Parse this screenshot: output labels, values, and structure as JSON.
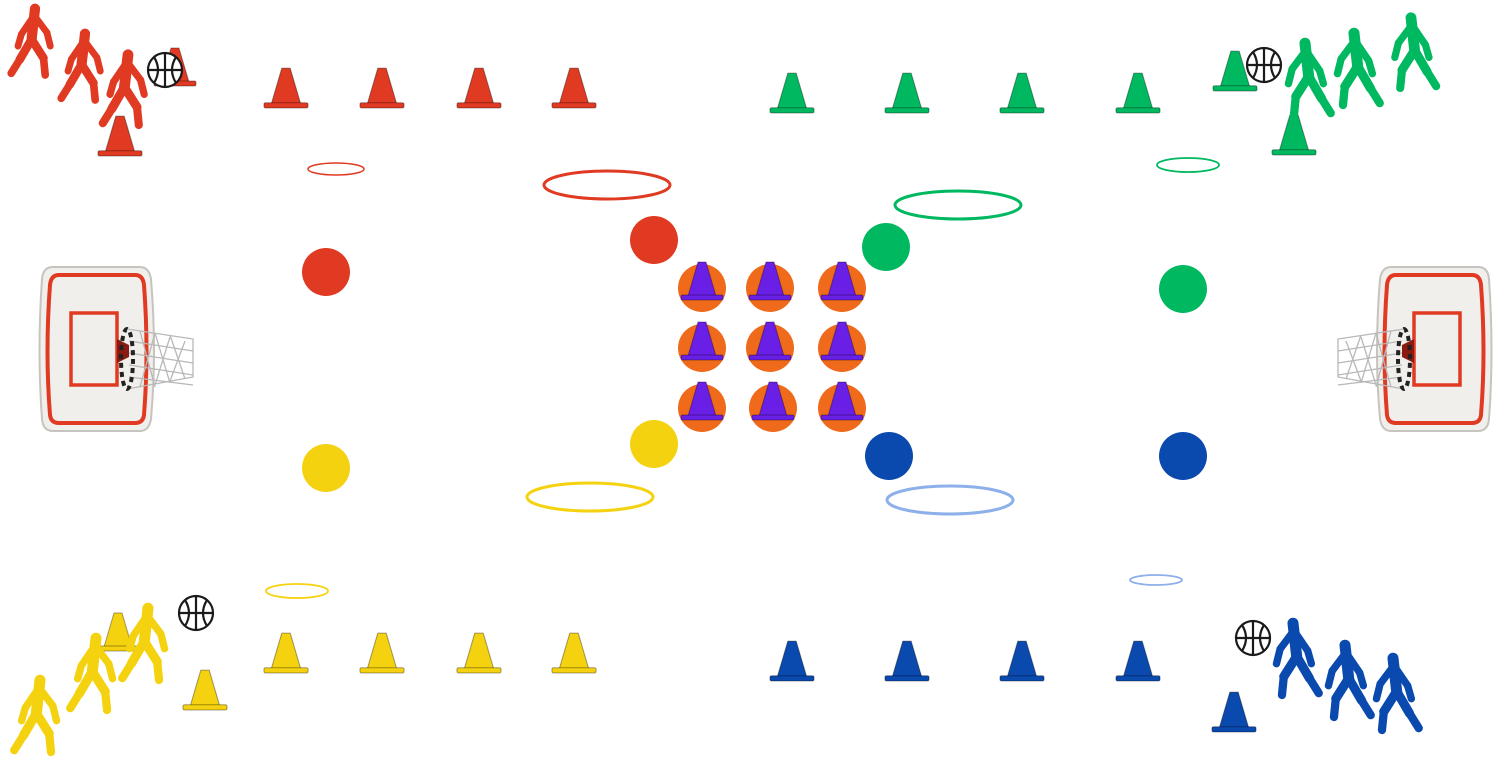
{
  "title": "",
  "colors": {
    "red": "#e03a22",
    "green": "#00b860",
    "yellow": "#f5d20f",
    "blue": "#0a49ad",
    "orange": "#f06a1c",
    "purple": "#6a1fe6",
    "light_blue_hoop": "#8db0ea",
    "background": "#ffffff"
  },
  "teams": [
    {
      "id": "red",
      "corner": "top-left",
      "players": 3,
      "ball": true,
      "cones_in_row": 4
    },
    {
      "id": "green",
      "corner": "top-right",
      "players": 3,
      "ball": true,
      "cones_in_row": 4
    },
    {
      "id": "yellow",
      "corner": "bottom-left",
      "players": 3,
      "ball": true,
      "cones_in_row": 4
    },
    {
      "id": "blue",
      "corner": "bottom-right",
      "players": 3,
      "ball": true,
      "cones_in_row": 4
    }
  ],
  "center": {
    "grid_rows": 3,
    "grid_cols": 3,
    "marker_color": "orange",
    "cone_color": "purple"
  },
  "baskets": [
    "left",
    "right"
  ],
  "icons": [
    "walking-person-icon",
    "basketball-icon",
    "traffic-cone-icon",
    "basketball-hoop-icon",
    "hoop-ring-icon",
    "spot-marker-icon"
  ]
}
